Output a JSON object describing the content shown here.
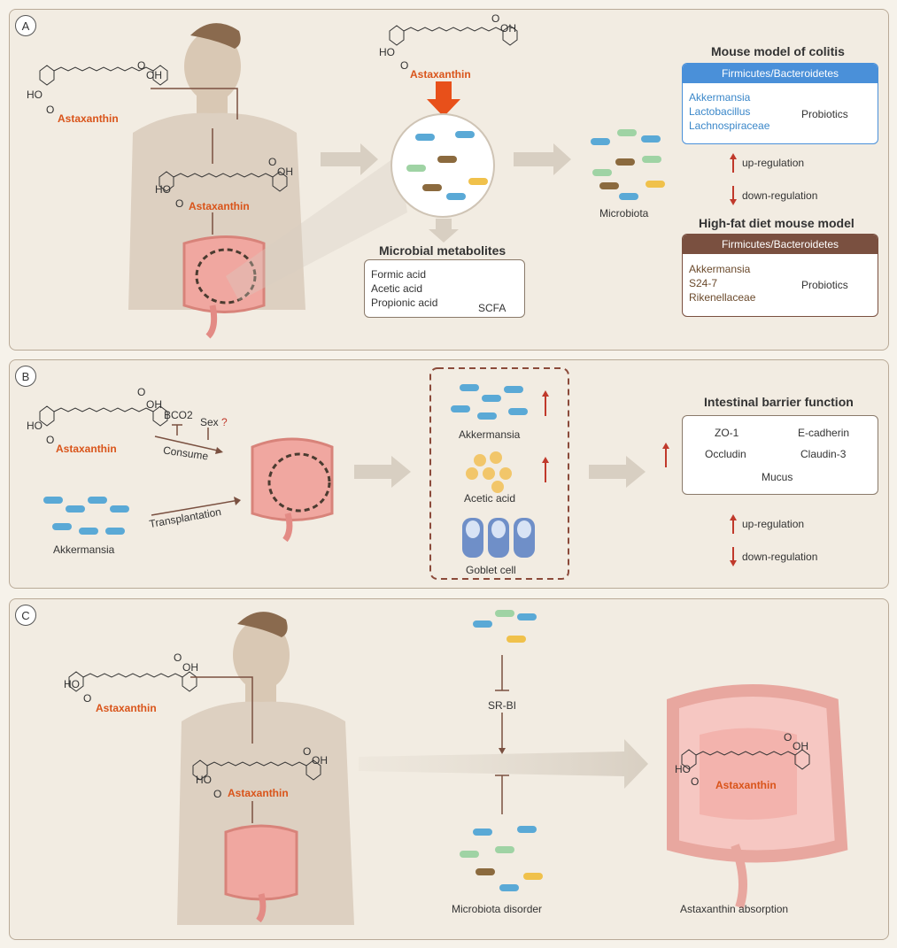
{
  "colors": {
    "orange": "#d9541a",
    "blue_header": "#4a90d9",
    "brown_header": "#7a5040",
    "red_arrow": "#c0392b",
    "panel_bg": "#f2ece2",
    "border": "#b9aa97"
  },
  "molecule": {
    "astaxanthin": "Astaxanthin",
    "o": "O",
    "oh": "OH",
    "ho": "HO"
  },
  "panelA": {
    "label": "A",
    "mouse_colitis_title": "Mouse model of colitis",
    "ratio_label": "Firmicutes/Bacteroidetes",
    "colitis_bacteria": [
      "Akkermansia",
      "Lactobacillus",
      "Lachnospiraceae"
    ],
    "probiotics": "Probiotics",
    "up": "up-regulation",
    "down": "down-regulation",
    "hfd_title": "High-fat diet mouse model",
    "hfd_bacteria": [
      "Akkermansia",
      "S24-7",
      "Rikenellaceae"
    ],
    "metabolites_title": "Microbial metabolites",
    "metabolites": [
      "Formic acid",
      "Acetic acid",
      "Propionic acid"
    ],
    "scfa": "SCFA",
    "microbiota": "Microbiota"
  },
  "panelB": {
    "label": "B",
    "bco2": "BCO2",
    "sex": "Sex",
    "q": "?",
    "consume": "Consume",
    "transplantation": "Transplantation",
    "akkermansia": "Akkermansia",
    "acetic": "Acetic acid",
    "goblet": "Goblet cell",
    "barrier_title": "Intestinal barrier function",
    "barrier": [
      "ZO-1",
      "E-cadherin",
      "Occludin",
      "Claudin-3",
      "Mucus"
    ],
    "up": "up-regulation",
    "down": "down-regulation"
  },
  "panelC": {
    "label": "C",
    "srbi": "SR-BI",
    "disorder": "Microbiota disorder",
    "absorption": "Astaxanthin absorption"
  },
  "icons": [
    "human-body-icon",
    "intestine-icon",
    "bacteria-icon",
    "molecule-icon",
    "goblet-cell-icon",
    "up-arrow-icon",
    "down-arrow-icon"
  ]
}
